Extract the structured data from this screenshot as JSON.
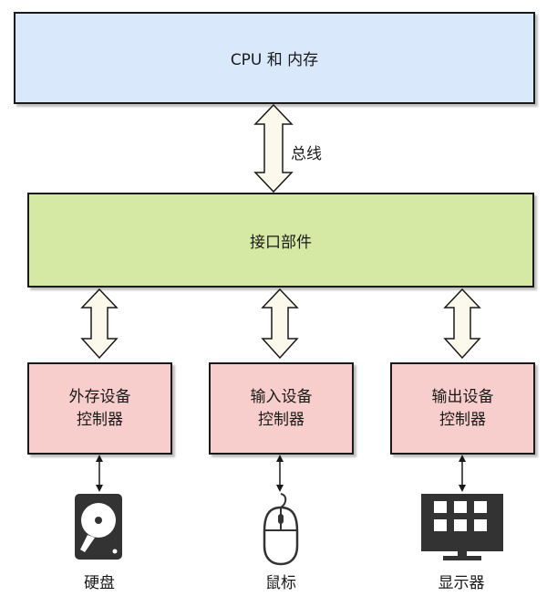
{
  "top_box": {
    "label": "CPU 和 内存"
  },
  "bus": {
    "label": "总线"
  },
  "interface_box": {
    "label": "接口部件"
  },
  "controllers": [
    {
      "line1": "外存设备",
      "line2": "控制器"
    },
    {
      "line1": "输入设备",
      "line2": "控制器"
    },
    {
      "line1": "输出设备",
      "line2": "控制器"
    }
  ],
  "devices": [
    {
      "label": "硬盘",
      "icon": "hard-disk-icon"
    },
    {
      "label": "鼠标",
      "icon": "mouse-icon"
    },
    {
      "label": "显示器",
      "icon": "monitor-icon"
    }
  ],
  "colors": {
    "cpu_fill": "#dae8fc",
    "interface_fill": "#d5e8a4",
    "controller_fill": "#f8cecc",
    "arrow_fill": "#fbf8ec",
    "icon_color": "#333333"
  }
}
